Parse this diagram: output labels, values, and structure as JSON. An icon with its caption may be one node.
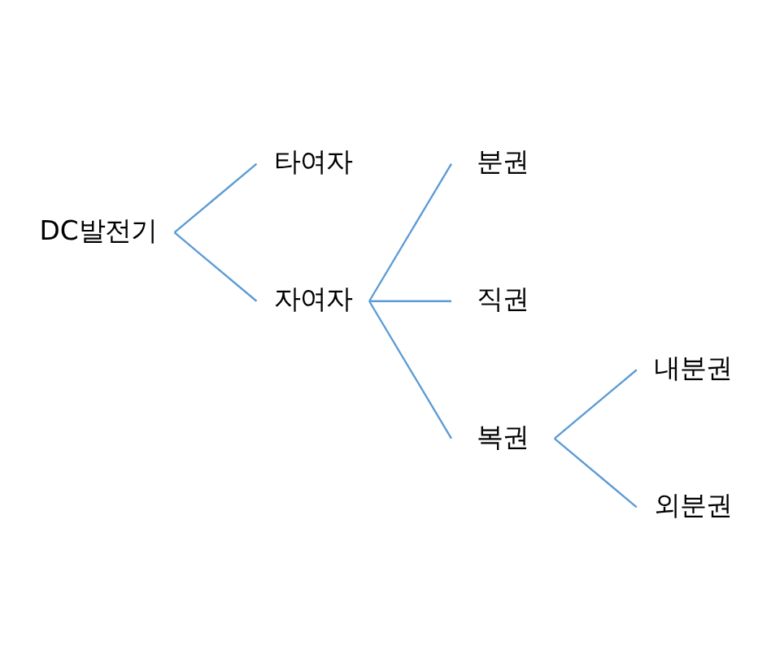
{
  "diagram": {
    "nodes": [
      {
        "text": [
          "DC발전기"
        ]
      },
      {
        "text": [
          "타여자"
        ]
      },
      {
        "text": [
          "자여자"
        ]
      },
      {
        "text": [
          "분권"
        ]
      },
      {
        "text": [
          "직권"
        ]
      },
      {
        "text": [
          "복권"
        ]
      },
      {
        "text": [
          "내분권"
        ]
      },
      {
        "text": [
          "외분권"
        ]
      }
    ],
    "edges": [
      {
        "from": 0,
        "to": 1,
        "arrow": "none"
      },
      {
        "from": 0,
        "to": 2,
        "arrow": "none"
      },
      {
        "from": 2,
        "to": 3,
        "arrow": "none"
      },
      {
        "from": 2,
        "to": 4,
        "arrow": "none"
      },
      {
        "from": 2,
        "to": 5,
        "arrow": "none"
      },
      {
        "from": 5,
        "to": 6,
        "arrow": "none"
      },
      {
        "from": 5,
        "to": 7,
        "arrow": "none"
      }
    ]
  }
}
